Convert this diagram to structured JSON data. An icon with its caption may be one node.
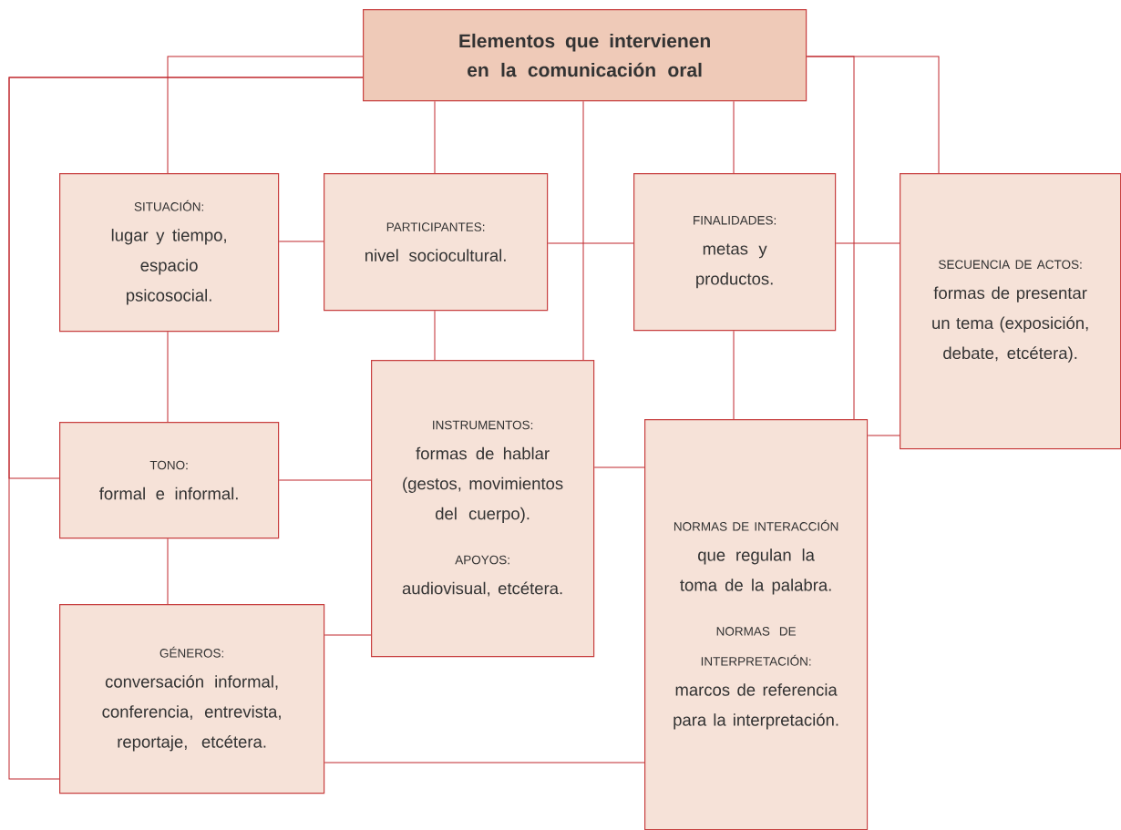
{
  "diagram": {
    "nodes": [
      {
        "text": [
          "Elementos que intervienen en la comunicación oral"
        ]
      },
      {
        "text": [
          "SITUACIÓN:",
          "lugar y tiempo, espacio psicosocial."
        ]
      },
      {
        "text": [
          "PARTICIPANTES:",
          "nivel sociocultural."
        ]
      },
      {
        "text": [
          "FINALIDADES:",
          "metas y productos."
        ]
      },
      {
        "text": [
          "SECUENCIA DE ACTOS:",
          "formas de presentar un tema (exposición, debate, etcétera)."
        ]
      },
      {
        "text": [
          "TONO:",
          "formal e informal."
        ]
      },
      {
        "text": [
          "INSTRUMENTOS:",
          "formas de hablar (gestos, movimientos del cuerpo).",
          "APOYOS:",
          "audiovisual, etcétera."
        ]
      },
      {
        "text": [
          "GÉNEROS:",
          "conversación informal, conferencia, entrevista, reportaje, etcétera."
        ]
      },
      {
        "text": [
          "NORMAS DE INTERACCIÓN",
          "que regulan la toma de la palabra.",
          "NORMAS DE INTERPRETACIÓN:",
          "marcos de referencia para la interpretación."
        ]
      }
    ],
    "edges": [
      {
        "from": 0,
        "to": 1,
        "arrow": "none"
      },
      {
        "from": 0,
        "to": 5,
        "arrow": "none"
      },
      {
        "from": 0,
        "to": 7,
        "arrow": "none"
      },
      {
        "from": 0,
        "to": 2,
        "arrow": "none"
      },
      {
        "from": 0,
        "to": 6,
        "arrow": "none"
      },
      {
        "from": 0,
        "to": 3,
        "arrow": "none"
      },
      {
        "from": 0,
        "to": 4,
        "arrow": "none"
      },
      {
        "from": 0,
        "to": 8,
        "arrow": "none"
      },
      {
        "from": 1,
        "to": 2,
        "arrow": "none"
      },
      {
        "from": 2,
        "to": 3,
        "arrow": "none"
      },
      {
        "from": 3,
        "to": 4,
        "arrow": "none"
      },
      {
        "from": 1,
        "to": 5,
        "arrow": "none"
      },
      {
        "from": 5,
        "to": 7,
        "arrow": "none"
      },
      {
        "from": 2,
        "to": 6,
        "arrow": "none"
      },
      {
        "from": 3,
        "to": 8,
        "arrow": "none"
      },
      {
        "from": 5,
        "to": 6,
        "arrow": "none"
      },
      {
        "from": 7,
        "to": 6,
        "arrow": "none"
      },
      {
        "from": 6,
        "to": 8,
        "arrow": "none"
      },
      {
        "from": 7,
        "to": 8,
        "arrow": "none"
      },
      {
        "from": 8,
        "to": 4,
        "arrow": "none"
      }
    ]
  }
}
